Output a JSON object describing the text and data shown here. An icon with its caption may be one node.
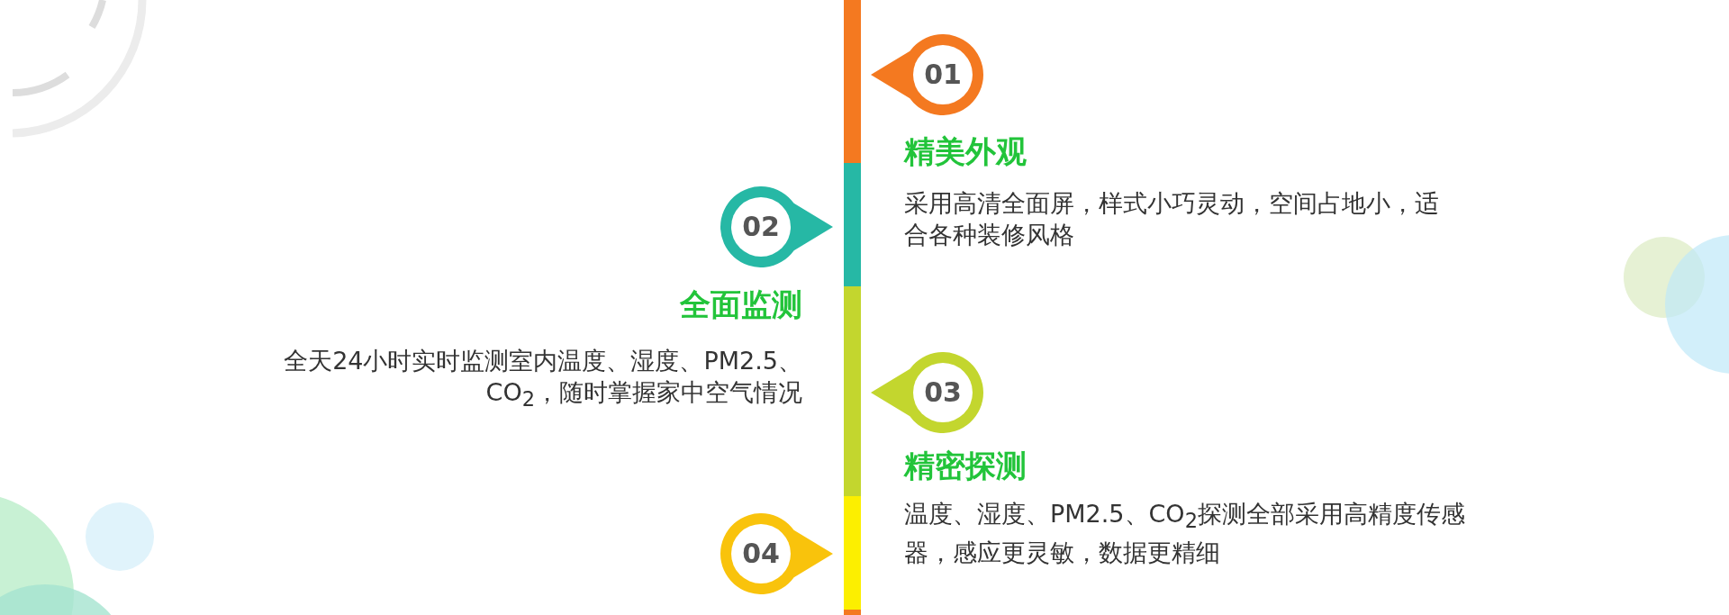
{
  "diagram": {
    "nodes": [
      {
        "text": [
          "01"
        ],
        "beside": [
          "精美外观",
          "采用高清全面屏，样式小巧灵动，空间占地小，适合各种装修风格"
        ]
      },
      {
        "text": [
          "02"
        ],
        "beside": [
          "全面监测",
          "全天24小时实时监测室内温度、湿度、PM2.5、CO$_{2}$，随时掌握家中空气情况"
        ]
      },
      {
        "text": [
          "03"
        ],
        "beside": [
          "精密探测",
          "温度、湿度、PM2.5、CO$_{2}$探测全部采用高精度传感器，感应更灵敏，数据更精细"
        ]
      },
      {
        "text": [
          "04"
        ]
      }
    ]
  }
}
